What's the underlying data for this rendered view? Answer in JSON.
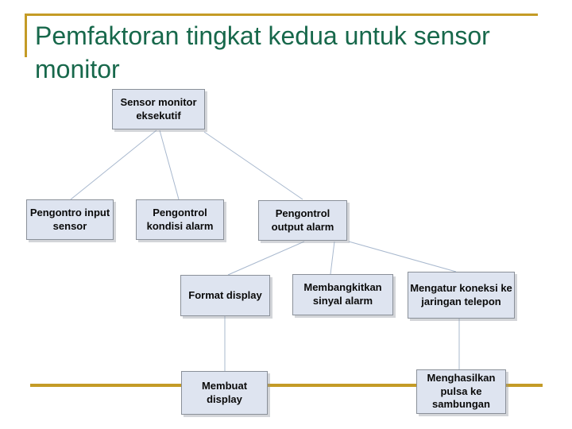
{
  "slide": {
    "title": "Pemfaktoran tingkat kedua untuk sensor monitor"
  },
  "colors": {
    "title_text": "#17684B",
    "accent_gold": "#C49B26",
    "node_fill": "#DEE4F0",
    "node_border": "#8A9099",
    "connector_line": "#A8B8CE",
    "background": "#FFFFFF"
  },
  "diagram": {
    "nodes": [
      {
        "label": "Sensor monitor eksekutif"
      },
      {
        "label": "Pengontro input sensor"
      },
      {
        "label": "Pengontrol kondisi alarm"
      },
      {
        "label": "Pengontrol output alarm"
      },
      {
        "label": "Format display"
      },
      {
        "label": "Membangkitkan sinyal alarm"
      },
      {
        "label": "Mengatur koneksi ke jaringan telepon"
      },
      {
        "label": "Membuat display"
      },
      {
        "label": "Menghasilkan pulsa ke sambungan"
      }
    ],
    "edges": [
      {
        "from": 0,
        "to": 1
      },
      {
        "from": 0,
        "to": 2
      },
      {
        "from": 0,
        "to": 3
      },
      {
        "from": 3,
        "to": 4
      },
      {
        "from": 3,
        "to": 5
      },
      {
        "from": 3,
        "to": 6
      },
      {
        "from": 4,
        "to": 7
      },
      {
        "from": 6,
        "to": 8
      }
    ]
  }
}
